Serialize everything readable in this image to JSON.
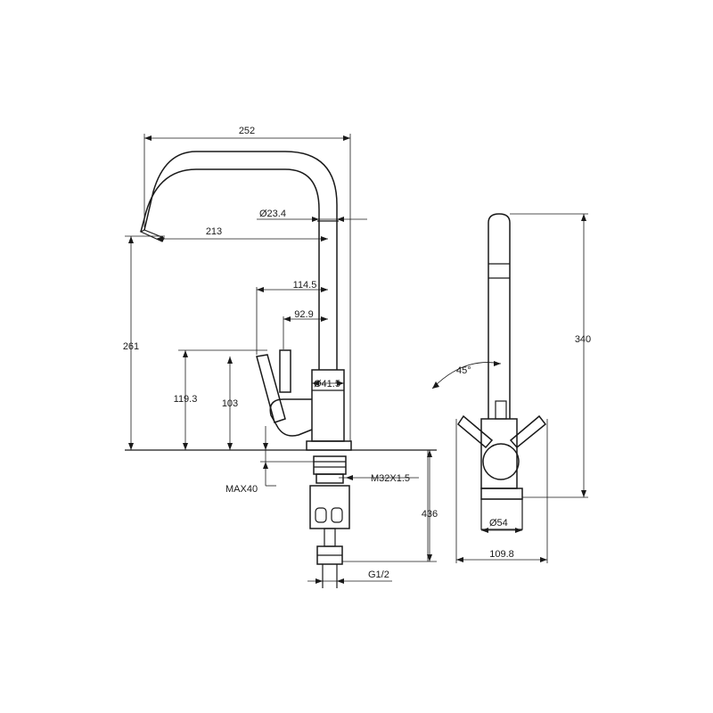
{
  "dimensions": {
    "overall_width": "252",
    "spout_diameter": "Ø23.4",
    "spout_reach": "213",
    "handle_offset_a": "114.5",
    "handle_offset_b": "92.9",
    "body_diameter": "Ø41.5",
    "total_height_front": "261",
    "handle_height_a": "119.3",
    "handle_height_b": "103",
    "max_thickness": "MAX40",
    "thread": "M32X1.5",
    "hose_length": "436",
    "connection": "G1/2",
    "side_height": "340",
    "lever_angle": "45°",
    "base_diameter": "Ø54",
    "side_width": "109.8"
  }
}
